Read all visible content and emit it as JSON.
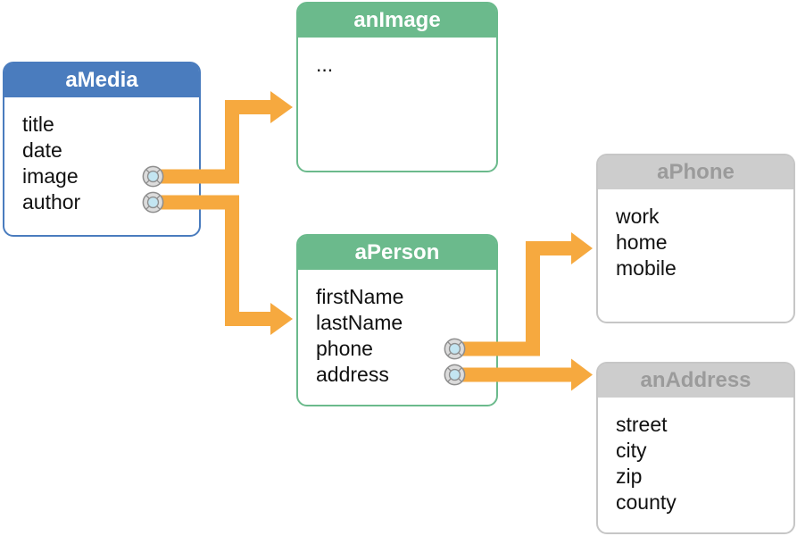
{
  "entities": [
    {
      "title": "aMedia",
      "scheme": "blue",
      "fields": [
        {
          "label": "title",
          "has_relationship_icon": false
        },
        {
          "label": "date",
          "has_relationship_icon": false
        },
        {
          "label": "image",
          "has_relationship_icon": true
        },
        {
          "label": "author",
          "has_relationship_icon": true
        }
      ]
    },
    {
      "title": "anImage",
      "scheme": "green",
      "fields": [
        {
          "label": "...",
          "has_relationship_icon": false
        }
      ]
    },
    {
      "title": "aPerson",
      "scheme": "green",
      "fields": [
        {
          "label": "firstName",
          "has_relationship_icon": false
        },
        {
          "label": "lastName",
          "has_relationship_icon": false
        },
        {
          "label": "phone",
          "has_relationship_icon": true
        },
        {
          "label": "address",
          "has_relationship_icon": true
        }
      ]
    },
    {
      "title": "aPhone",
      "scheme": "gray",
      "fields": [
        {
          "label": "work",
          "has_relationship_icon": false
        },
        {
          "label": "home",
          "has_relationship_icon": false
        },
        {
          "label": "mobile",
          "has_relationship_icon": false
        }
      ]
    },
    {
      "title": "anAddress",
      "scheme": "gray",
      "fields": [
        {
          "label": "street",
          "has_relationship_icon": false
        },
        {
          "label": "city",
          "has_relationship_icon": false
        },
        {
          "label": "zip",
          "has_relationship_icon": false
        },
        {
          "label": "county",
          "has_relationship_icon": false
        }
      ]
    }
  ],
  "relationships": [
    {
      "from": "aMedia.image",
      "to": "anImage"
    },
    {
      "from": "aMedia.author",
      "to": "aPerson"
    },
    {
      "from": "aPerson.phone",
      "to": "aPhone"
    },
    {
      "from": "aPerson.address",
      "to": "anAddress"
    }
  ],
  "icons": {
    "relationship_icon": "life-buoy-icon"
  },
  "colors": {
    "blue": "#4A7CBE",
    "green": "#6BBA8C",
    "gray_header": "#CDCDCD",
    "gray_title": "#9B9B9B",
    "gray_border": "#C6C6C6",
    "arrow_orange": "#F6A93F",
    "icon_outer": "#DCDCDC",
    "icon_inner": "#C3E5F1",
    "icon_stroke": "#8E8E8E",
    "text": "#111111",
    "background": "#FFFFFF"
  }
}
